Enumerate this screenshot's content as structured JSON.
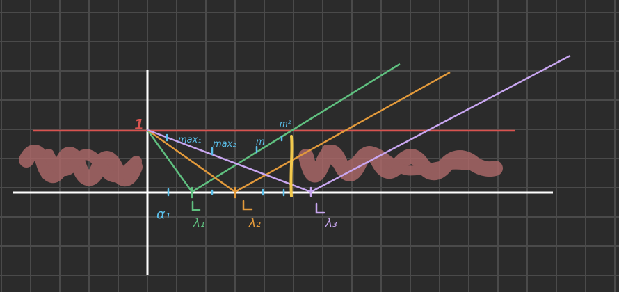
{
  "canvas": {
    "background": "#2b2b2b",
    "grid_color": "#4a4a4a"
  },
  "colors": {
    "axis": "#ffffff",
    "red": "#d9534f",
    "green": "#5fbf7f",
    "orange": "#e39a3b",
    "violet": "#c8a6f0",
    "blue": "#5bc0eb",
    "yellow": "#f2c94c",
    "scribble": "#b26b6b"
  },
  "labels": {
    "one": "1",
    "alpha1": "α₁",
    "lambda1": "λ₁",
    "lambda2": "λ₂",
    "lambda3": "λ₃",
    "note_max1": "max₁",
    "note_max2": "max₂",
    "note_m": "m",
    "note_m2": "m²"
  }
}
